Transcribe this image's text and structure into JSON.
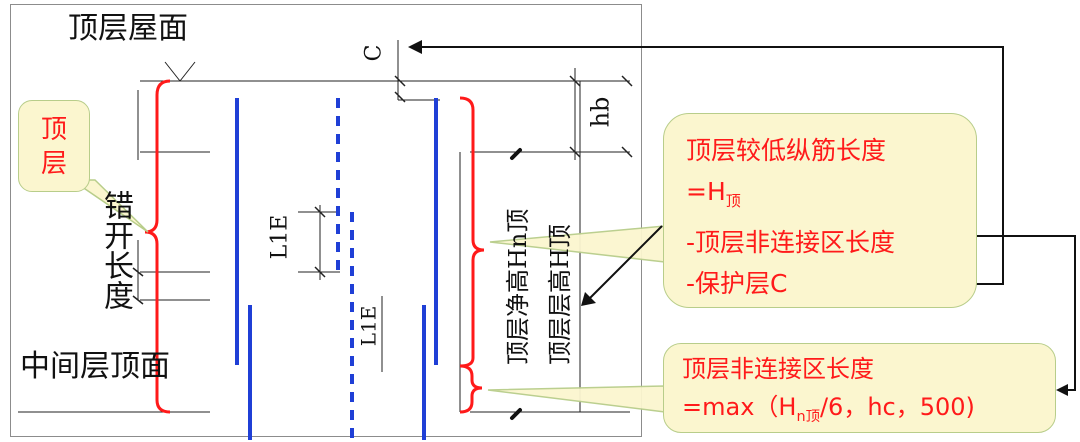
{
  "diagram": {
    "roof_top_label": "顶层屋面",
    "middle_top_label": "中间层顶面",
    "stagger_length_label": "错开长度",
    "top_floor_label_l1": "顶",
    "top_floor_label_l2": "层",
    "cover_label": "C",
    "hb_label": "hb",
    "l1e_label_1": "L1E",
    "l1e_label_2": "L1E",
    "clear_height_label": "顶层净高Hn顶",
    "floor_height_label": "顶层层高H顶"
  },
  "callout_top": {
    "line1": "顶层较低纵筋长度",
    "line2_main": "=H",
    "line2_sub": "顶",
    "line3": "-顶层非连接区长度",
    "line4": "-保护层C"
  },
  "callout_bottom": {
    "line1": "顶层非连接区长度",
    "line2_a": "=max（H",
    "line2_sub": "n顶",
    "line2_b": "/6，hc，500)"
  },
  "colors": {
    "accent_red": "#ff1a1a",
    "rebar_blue": "#1f3fd6",
    "callout_fill": "#fbf6cf",
    "callout_border": "#b8cd8a"
  }
}
